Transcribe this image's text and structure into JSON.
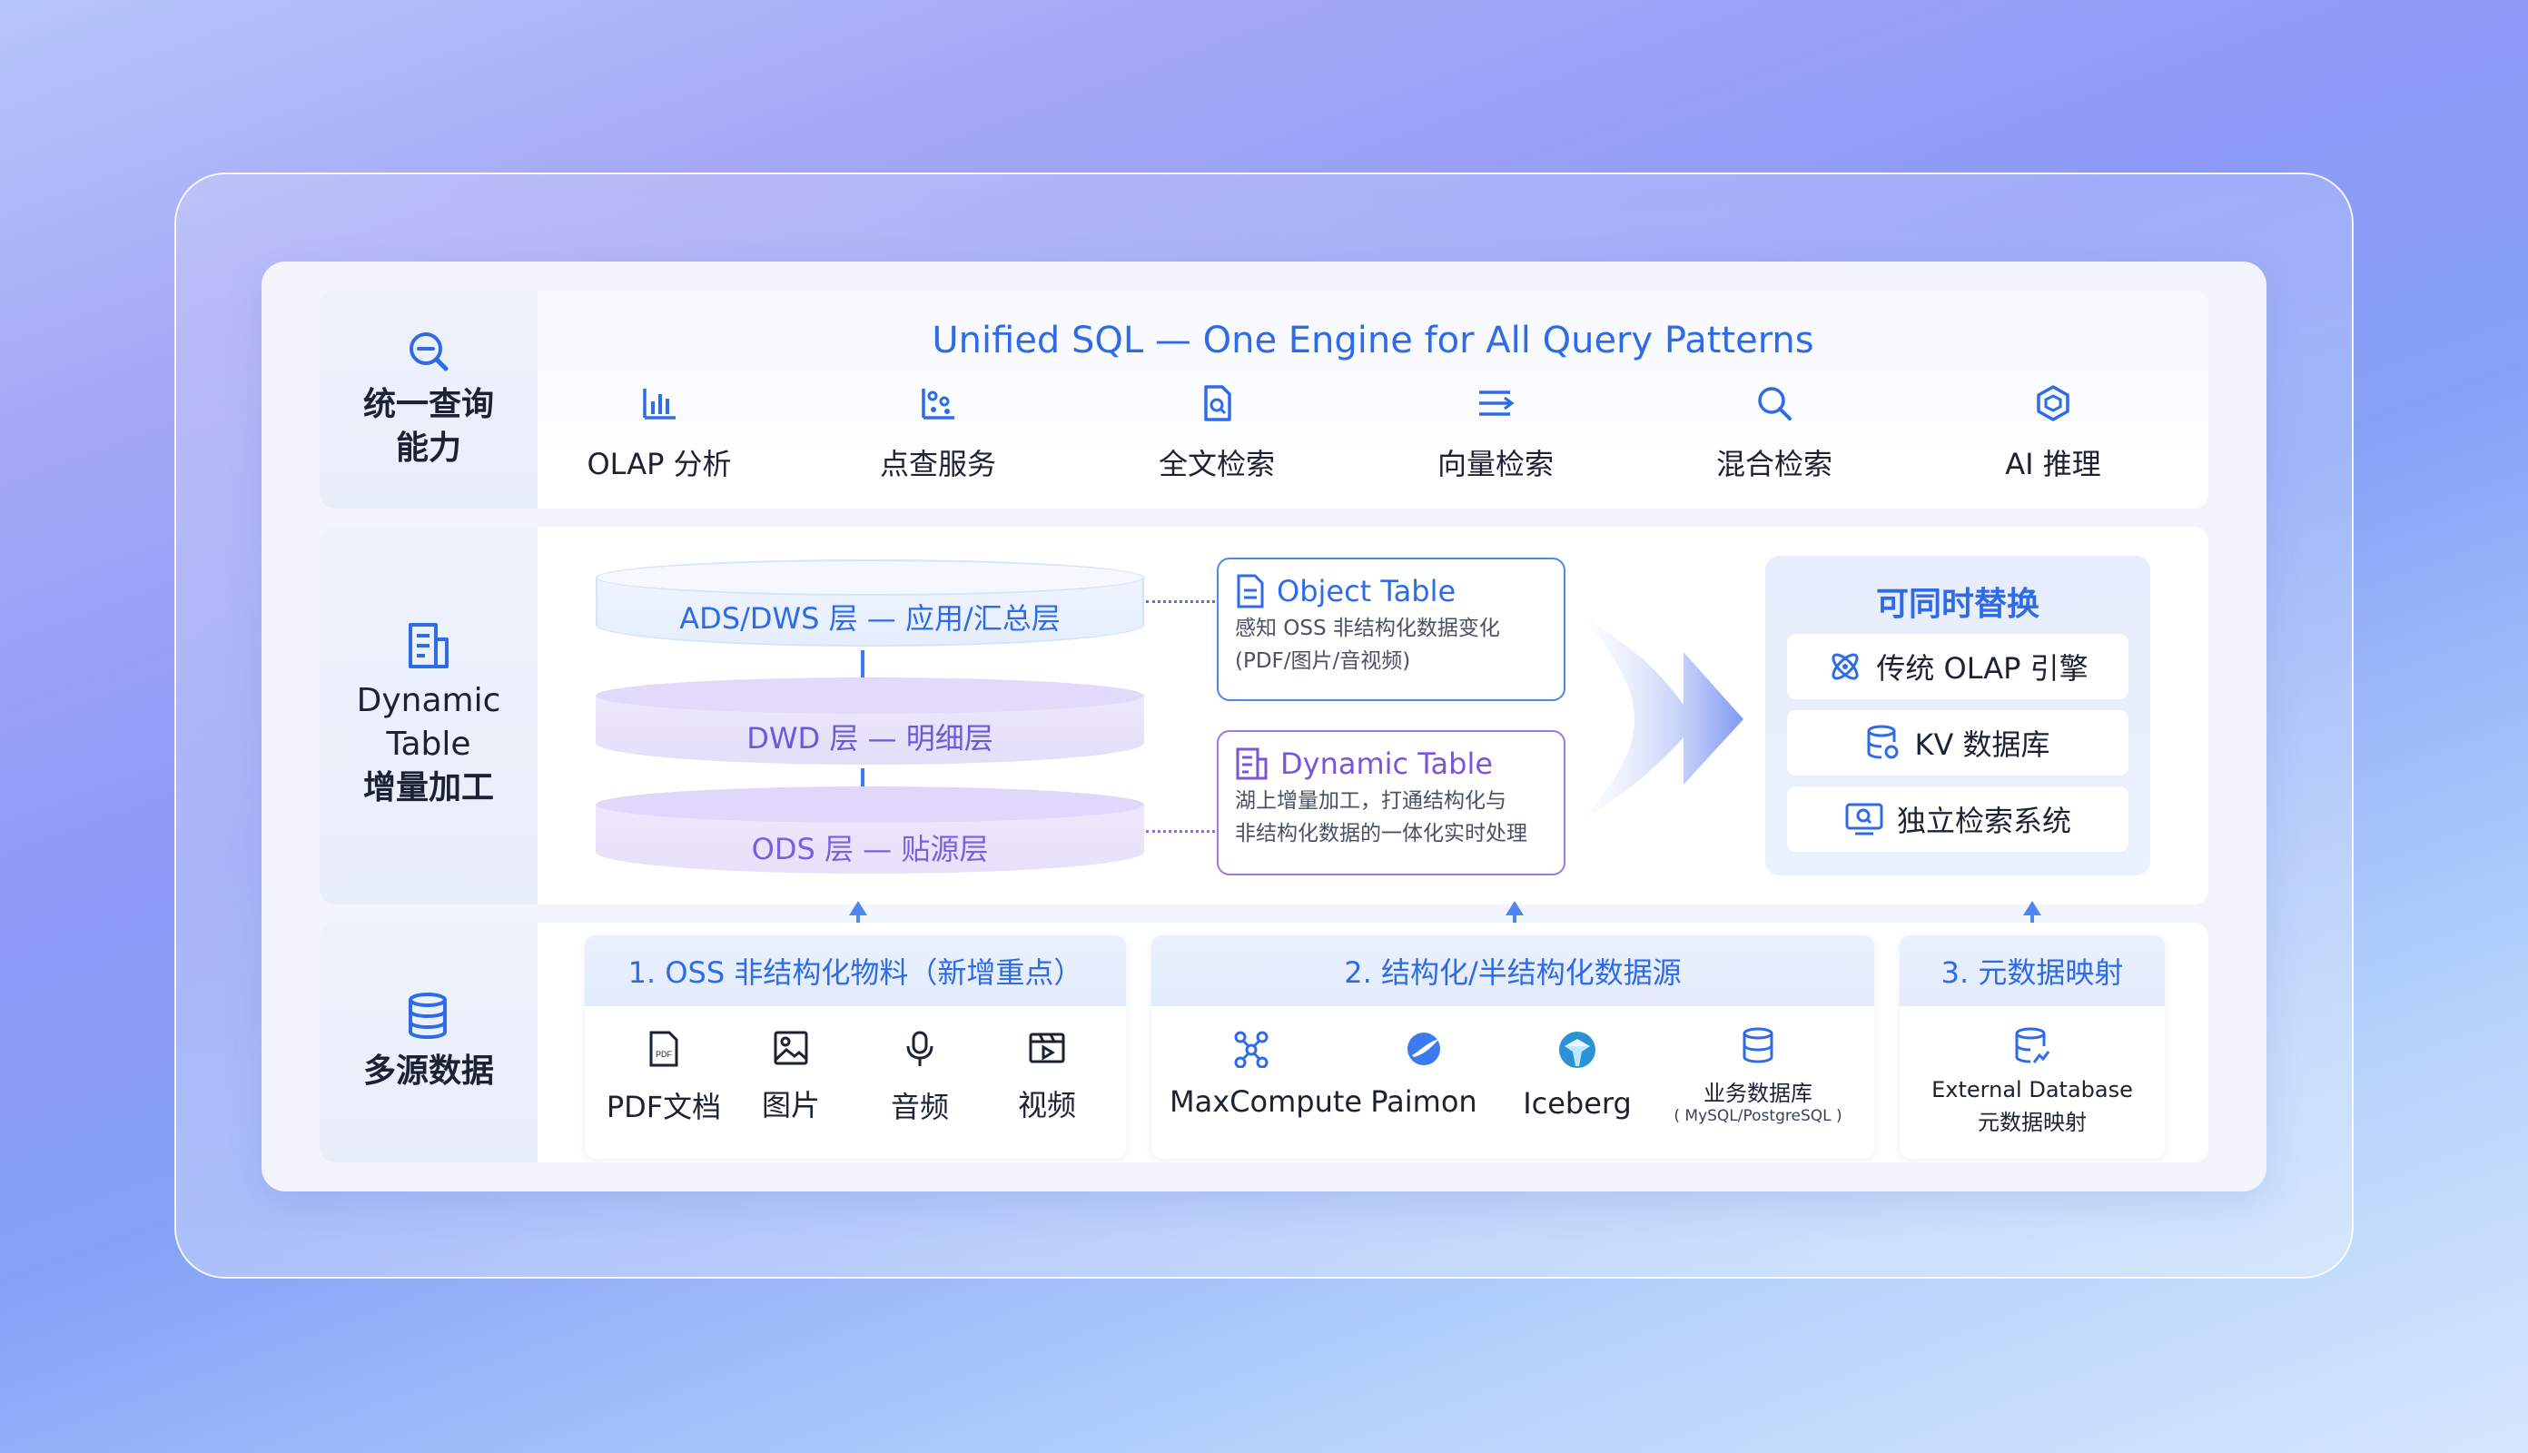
{
  "query": {
    "label": "统一查询\n能力",
    "label_line1": "统一查询",
    "label_line2": "能力",
    "title": "Unified SQL — One Engine for All Query Patterns",
    "items": [
      {
        "icon": "bar-chart-icon",
        "label": "OLAP 分析"
      },
      {
        "icon": "scatter-points-icon",
        "label": "点查服务"
      },
      {
        "icon": "doc-search-icon",
        "label": "全文检索"
      },
      {
        "icon": "vector-lines-icon",
        "label": "向量检索"
      },
      {
        "icon": "search-icon",
        "label": "混合检索"
      },
      {
        "icon": "ai-cube-icon",
        "label": "AI 推理"
      }
    ]
  },
  "dynamic": {
    "label_line1": "Dynamic",
    "label_line2": "Table",
    "label_line3": "增量加工",
    "layers": [
      {
        "label": "ADS/DWS 层 — 应用/汇总层"
      },
      {
        "label": "DWD 层 — 明细层"
      },
      {
        "label": "ODS 层 — 贴源层"
      }
    ],
    "object_table": {
      "title": "Object Table",
      "desc1": "感知 OSS 非结构化数据变化",
      "desc2": "(PDF/图片/音视频)"
    },
    "dynamic_table": {
      "title": "Dynamic Table",
      "desc1": "湖上增量加工，打通结构化与",
      "desc2": "非结构化数据的一体化实时处理"
    },
    "replace": {
      "title": "可同时替换",
      "items": [
        {
          "icon": "atom-icon",
          "label": "传统 OLAP 引擎"
        },
        {
          "icon": "database-icon",
          "label": "KV 数据库"
        },
        {
          "icon": "monitor-search-icon",
          "label": "独立检索系统"
        }
      ]
    }
  },
  "sources": {
    "label": "多源数据",
    "groups": [
      {
        "title": "1. OSS 非结构化物料（新增重点）",
        "items": [
          {
            "icon": "pdf-icon",
            "label": "PDF文档"
          },
          {
            "icon": "image-icon",
            "label": "图片"
          },
          {
            "icon": "microphone-icon",
            "label": "音频"
          },
          {
            "icon": "video-icon",
            "label": "视频"
          }
        ]
      },
      {
        "title": "2. 结构化/半结构化数据源",
        "items": [
          {
            "icon": "maxcompute-icon",
            "label": "MaxCompute"
          },
          {
            "icon": "paimon-icon",
            "label": "Paimon"
          },
          {
            "icon": "iceberg-icon",
            "label": "Iceberg"
          },
          {
            "icon": "database-icon",
            "label": "业务数据库",
            "sub": "( MySQL/PostgreSQL )"
          }
        ]
      },
      {
        "title": "3. 元数据映射",
        "items": [
          {
            "icon": "database-chart-icon",
            "label": "External Database",
            "sub": "元数据映射"
          }
        ]
      }
    ]
  },
  "colors": {
    "accent": "#2e6be6",
    "purple": "#7a55d6",
    "label_dark": "#1c2233"
  }
}
